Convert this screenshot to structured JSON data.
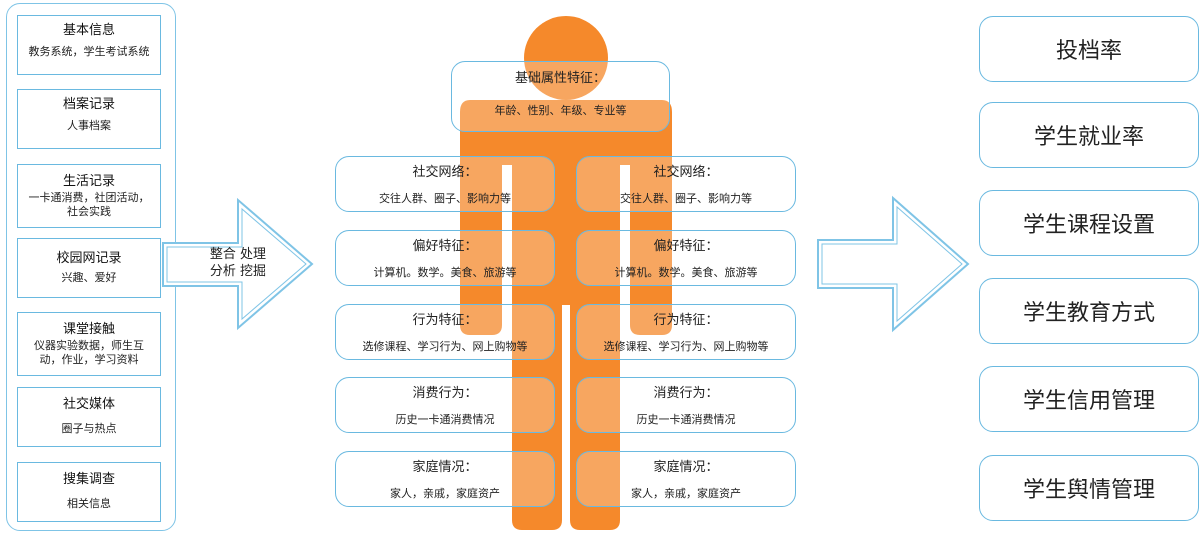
{
  "sources": [
    {
      "title": "基本信息",
      "desc": "教务系统，学生考试系统"
    },
    {
      "title": "档案记录",
      "desc": "人事档案"
    },
    {
      "title": "生活记录",
      "desc": "一卡通消费，社团活动，社会实践"
    },
    {
      "title": "校园网记录",
      "desc": "兴趣、爱好"
    },
    {
      "title": "课堂接触",
      "desc": "仪器实验数据，师生互动，作业，学习资料"
    },
    {
      "title": "社交媒体",
      "desc": "圈子与热点"
    },
    {
      "title": "搜集调查",
      "desc": "相关信息"
    }
  ],
  "arrow_label": {
    "line1": "整合  处理",
    "line2": "分析  挖掘"
  },
  "base_feature": {
    "title": "基础属性特征：",
    "desc": "年龄、性别、年级、专业等"
  },
  "features_left": [
    {
      "title": "社交网络：",
      "desc": "交往人群、圈子、影响力等"
    },
    {
      "title": "偏好特征：",
      "desc": "计算机。数学。美食、旅游等"
    },
    {
      "title": "行为特征：",
      "desc": "选修课程、学习行为、网上购物等"
    },
    {
      "title": "消费行为：",
      "desc": "历史一卡通消费情况"
    },
    {
      "title": "家庭情况：",
      "desc": "家人，亲戚，家庭资产"
    }
  ],
  "features_right": [
    {
      "title": "社交网络：",
      "desc": "交往人群、圈子、影响力等"
    },
    {
      "title": "偏好特征：",
      "desc": "计算机。数学。美食、旅游等"
    },
    {
      "title": "行为特征：",
      "desc": "选修课程、学习行为、网上购物等"
    },
    {
      "title": "消费行为：",
      "desc": "历史一卡通消费情况"
    },
    {
      "title": "家庭情况：",
      "desc": "家人，亲戚，家庭资产"
    }
  ],
  "outputs": [
    "投档率",
    "学生就业率",
    "学生课程设置",
    "学生教育方式",
    "学生信用管理",
    "学生舆情管理"
  ],
  "colors": {
    "person": "#f5892b",
    "border": "#6ab9e0",
    "arrow": "#7fc4e6"
  }
}
